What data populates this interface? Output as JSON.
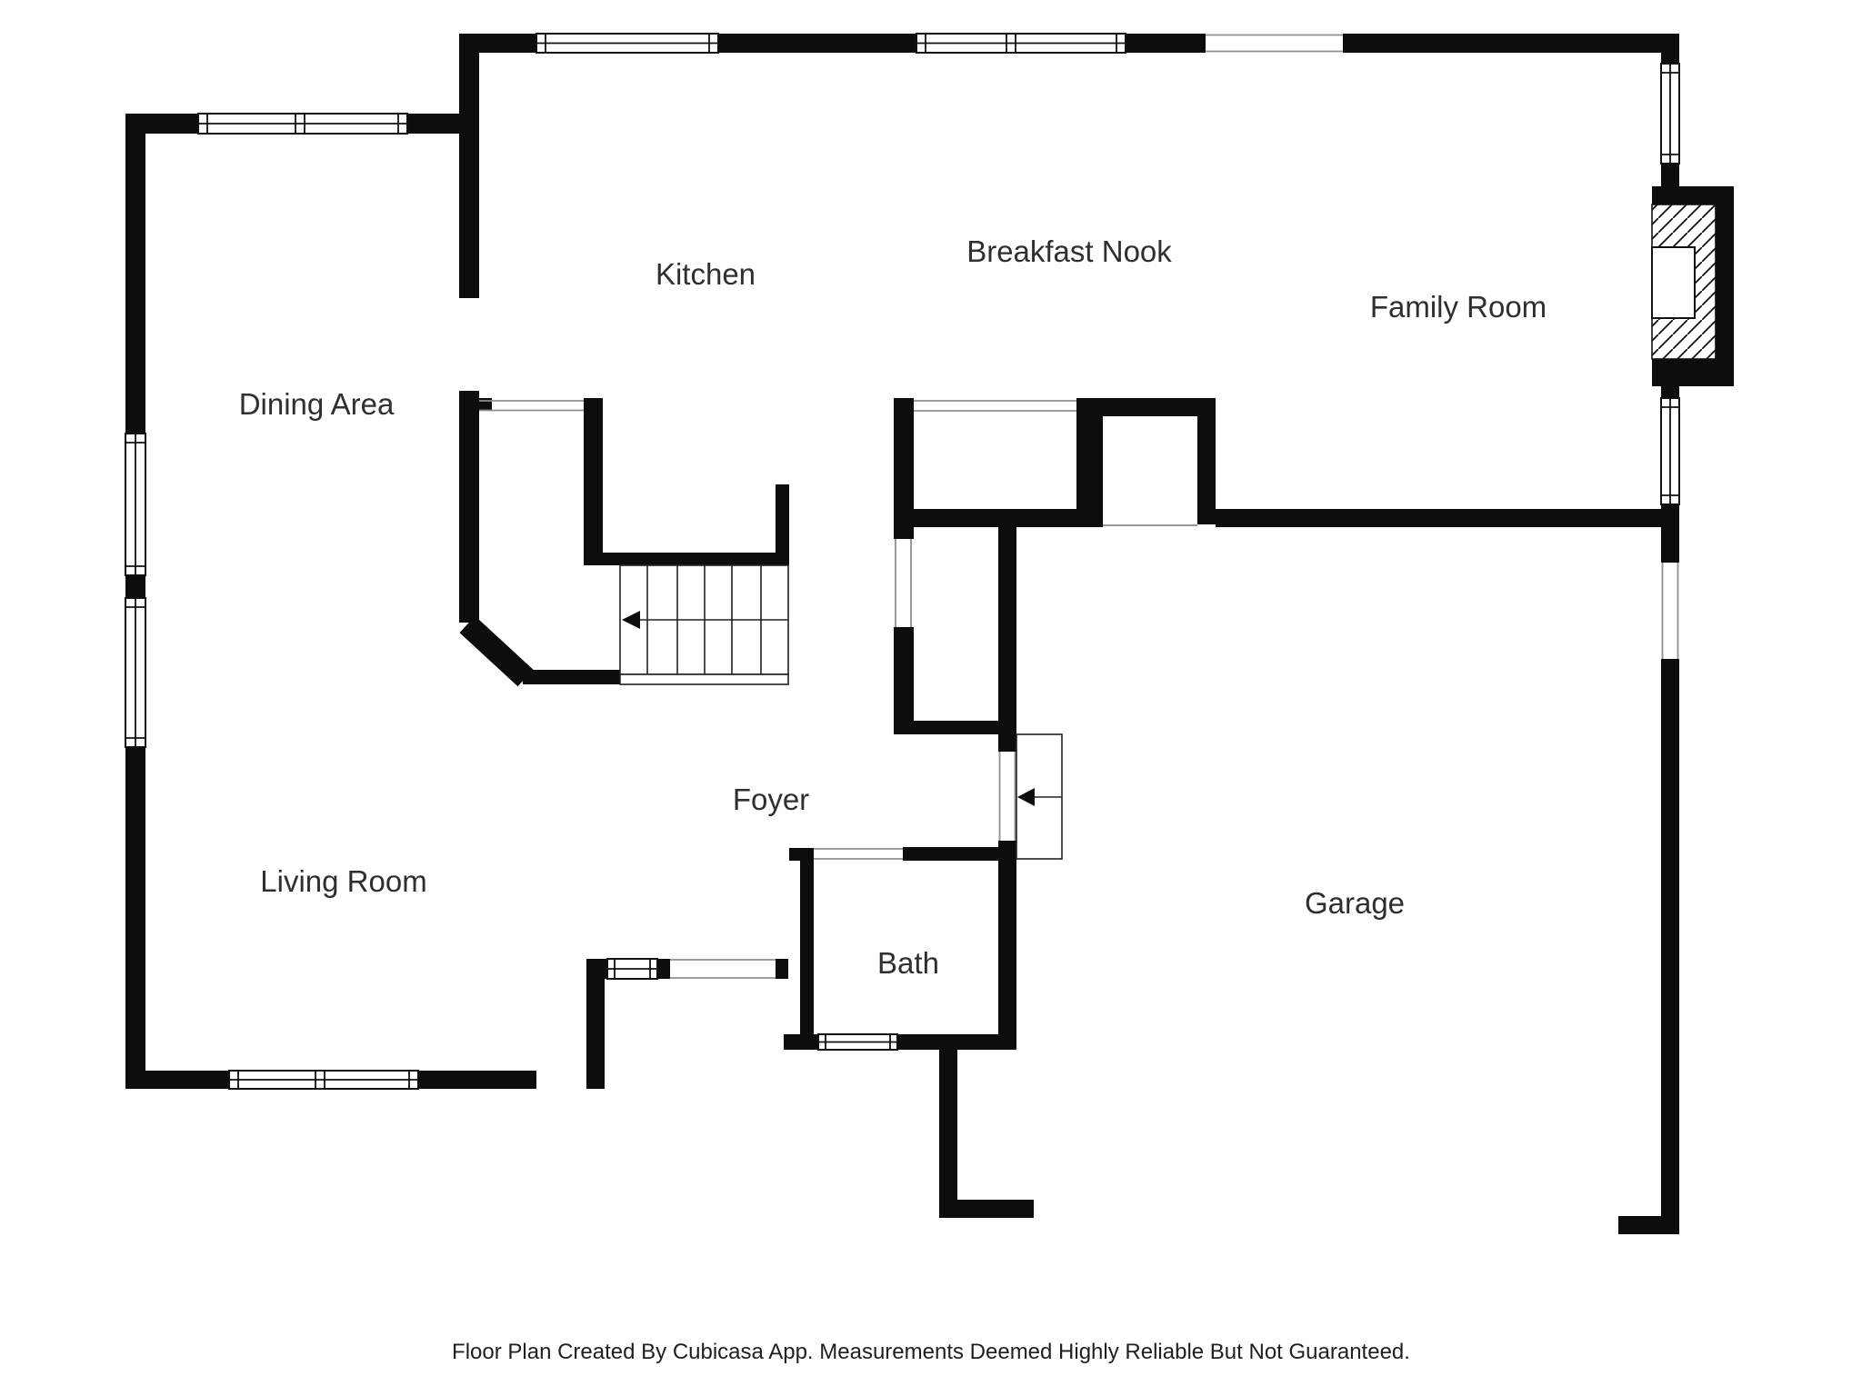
{
  "page": {
    "background": "#ffffff",
    "type": "floor-plan"
  },
  "colors": {
    "wall": "#0d0d0d",
    "label": "#2f2f2f",
    "footer": "#1f1f1f",
    "opening": "#8f8f8f"
  },
  "rooms": {
    "kitchen": "Kitchen",
    "breakfast_nook": "Breakfast Nook",
    "family_room": "Family Room",
    "dining_area": "Dining Area",
    "living_room": "Living Room",
    "foyer": "Foyer",
    "bath": "Bath",
    "garage": "Garage"
  },
  "icons": {
    "stair_direction": "left-arrow",
    "garage_step_direction": "left-arrow"
  },
  "footer": {
    "text": "Floor Plan Created By Cubicasa App. Measurements Deemed Highly Reliable But Not Guaranteed."
  }
}
